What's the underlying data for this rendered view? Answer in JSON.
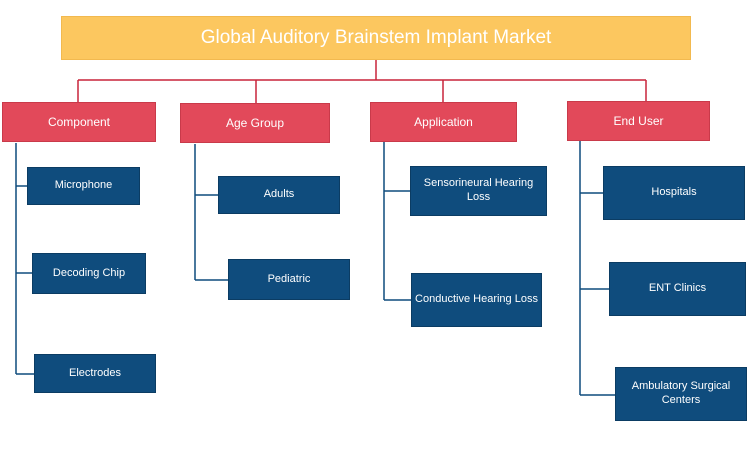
{
  "title": "Global Auditory Brainstem Implant Market",
  "colors": {
    "title_bg": "#fcc75f",
    "category_bg": "#e2495a",
    "leaf_bg": "#0f4c7d",
    "connector_red": "#c9243a",
    "connector_blue": "#0f4c7d"
  },
  "categories": [
    {
      "label": "Component",
      "children": [
        "Microphone",
        "Decoding Chip",
        "Electrodes"
      ]
    },
    {
      "label": "Age Group",
      "children": [
        "Adults",
        "Pediatric"
      ]
    },
    {
      "label": "Application",
      "children": [
        "Sensorineural Hearing Loss",
        "Conductive Hearing Loss"
      ]
    },
    {
      "label": "End User",
      "children": [
        "Hospitals",
        "ENT Clinics",
        "Ambulatory Surgical Centers"
      ]
    }
  ]
}
